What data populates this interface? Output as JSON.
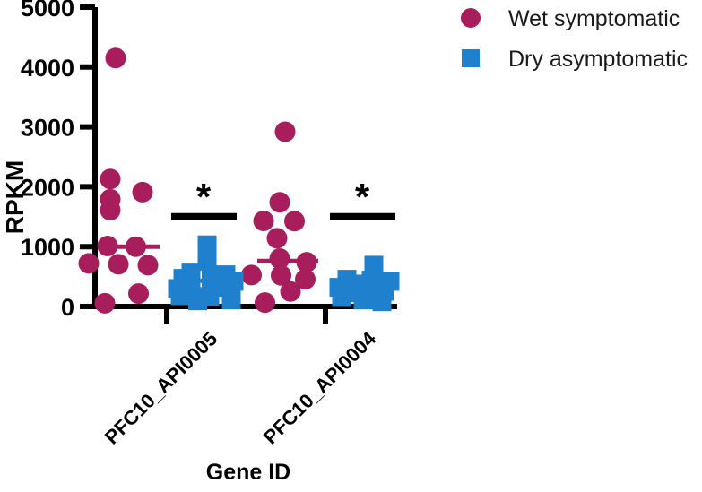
{
  "chart_data": {
    "type": "scatter",
    "title": "",
    "subtitle": "",
    "xlabel": "Gene ID",
    "ylabel": "RPKM",
    "ylim": [
      0,
      5000
    ],
    "yticks": [
      0,
      1000,
      2000,
      3000,
      4000,
      5000
    ],
    "ytick_labels": [
      "0",
      "1000",
      "2000",
      "3000",
      "4000",
      "5000"
    ],
    "grid": false,
    "legend_position": "right-top",
    "categories": [
      "PFC10_API0005",
      "PFC10_API0004"
    ],
    "legend": [
      {
        "name": "Wet symptomatic",
        "color": "#A81E5C",
        "marker": "circle"
      },
      {
        "name": "Dry asymptomatic",
        "color": "#1F80CD",
        "marker": "square"
      }
    ],
    "series": [
      {
        "name": "Wet symptomatic",
        "color": "#A81E5C",
        "marker": "circle",
        "groups": [
          {
            "category": "PFC10_API0005",
            "median": 1000,
            "points": [
              {
                "value": 4150,
                "offset": -0.1
              },
              {
                "value": 2130,
                "offset": -0.14
              },
              {
                "value": 1910,
                "offset": 0.1
              },
              {
                "value": 1790,
                "offset": -0.14
              },
              {
                "value": 1610,
                "offset": -0.14
              },
              {
                "value": 1010,
                "offset": -0.16
              },
              {
                "value": 1000,
                "offset": 0.05
              },
              {
                "value": 720,
                "offset": -0.3
              },
              {
                "value": 705,
                "offset": -0.08
              },
              {
                "value": 690,
                "offset": 0.14
              },
              {
                "value": 215,
                "offset": 0.07
              },
              {
                "value": 55,
                "offset": -0.18
              }
            ]
          },
          {
            "category": "PFC10_API0004",
            "median": 760,
            "points": [
              {
                "value": 2920,
                "offset": -0.02
              },
              {
                "value": 1740,
                "offset": -0.06
              },
              {
                "value": 1430,
                "offset": -0.18
              },
              {
                "value": 1425,
                "offset": 0.05
              },
              {
                "value": 1140,
                "offset": -0.08
              },
              {
                "value": 800,
                "offset": -0.06
              },
              {
                "value": 740,
                "offset": 0.14
              },
              {
                "value": 525,
                "offset": -0.27
              },
              {
                "value": 520,
                "offset": -0.05
              },
              {
                "value": 455,
                "offset": 0.13
              },
              {
                "value": 250,
                "offset": 0.02
              },
              {
                "value": 65,
                "offset": -0.17
              }
            ]
          }
        ]
      },
      {
        "name": "Dry asymptomatic",
        "color": "#1F80CD",
        "marker": "square",
        "groups": [
          {
            "category": "PFC10_API0005",
            "median": 430,
            "points": [
              {
                "value": 1030,
                "offset": 0.02
              },
              {
                "value": 755,
                "offset": 0.02
              },
              {
                "value": 560,
                "offset": -0.1
              },
              {
                "value": 530,
                "offset": 0.16
              },
              {
                "value": 470,
                "offset": -0.16
              },
              {
                "value": 455,
                "offset": 0.05
              },
              {
                "value": 420,
                "offset": 0.22
              },
              {
                "value": 340,
                "offset": -0.1
              },
              {
                "value": 320,
                "offset": 0.1
              },
              {
                "value": 300,
                "offset": -0.2
              },
              {
                "value": 180,
                "offset": -0.18
              },
              {
                "value": 165,
                "offset": 0.04
              },
              {
                "value": 110,
                "offset": 0.2
              },
              {
                "value": 95,
                "offset": -0.05
              }
            ]
          },
          {
            "category": "PFC10_API0004",
            "median": 300,
            "points": [
              {
                "value": 690,
                "offset": 0.08
              },
              {
                "value": 455,
                "offset": -0.12
              },
              {
                "value": 440,
                "offset": 0.06
              },
              {
                "value": 420,
                "offset": 0.2
              },
              {
                "value": 375,
                "offset": -0.02
              },
              {
                "value": 345,
                "offset": 0.14
              },
              {
                "value": 320,
                "offset": -0.18
              },
              {
                "value": 290,
                "offset": 0.02
              },
              {
                "value": 255,
                "offset": 0.16
              },
              {
                "value": 230,
                "offset": -0.1
              },
              {
                "value": 190,
                "offset": 0.08
              },
              {
                "value": 150,
                "offset": -0.16
              },
              {
                "value": 110,
                "offset": 0.0
              },
              {
                "value": 80,
                "offset": 0.14
              }
            ]
          }
        ]
      }
    ],
    "annotations": [
      {
        "label": "*",
        "category": "PFC10_API0005",
        "bar_y": 1500
      },
      {
        "label": "*",
        "category": "PFC10_API0004",
        "bar_y": 1500
      }
    ]
  }
}
